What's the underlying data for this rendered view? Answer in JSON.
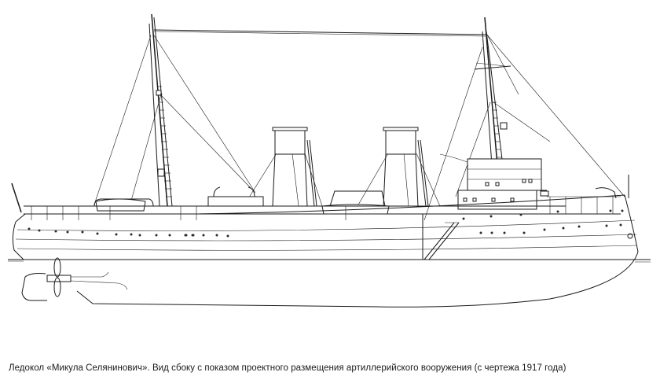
{
  "figure": {
    "subject": "Icebreaker side-view line drawing",
    "caption": "Ледокол «Микула Селянинович». Вид сбоку с показом проектного размещения артиллерийского вооружения (с чертежа 1917 года)"
  },
  "drawing": {
    "elements": [
      "hull",
      "waterline",
      "propeller",
      "rudder",
      "foremast",
      "mainmast",
      "antenna-wire",
      "funnel-1",
      "funnel-2",
      "lifeboats",
      "bridge-superstructure",
      "gangway-ladder",
      "portholes",
      "rigging-stays",
      "bow-anchor",
      "stern-davit",
      "bow-crane"
    ],
    "line_color": "#1a1a1a",
    "background_color": "#ffffff"
  }
}
